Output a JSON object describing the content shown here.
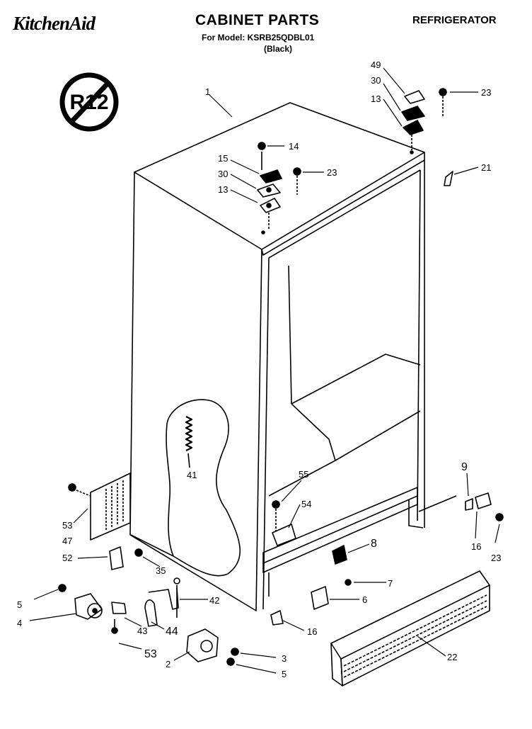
{
  "header": {
    "brand": "KitchenAid",
    "title": "CABINET PARTS",
    "model_line": "For Model: KSRB25QDBL01",
    "variant": "(Black)",
    "appliance": "REFRIGERATOR"
  },
  "badge": {
    "text": "R12"
  },
  "callouts": [
    "1",
    "49",
    "30",
    "13",
    "23",
    "14",
    "15",
    "30",
    "23",
    "13",
    "21",
    "41",
    "55",
    "54",
    "8",
    "9",
    "16",
    "23",
    "53",
    "47",
    "52",
    "35",
    "5",
    "4",
    "42",
    "43",
    "44",
    "7",
    "6",
    "16",
    "53",
    "2",
    "3",
    "5",
    "22"
  ]
}
